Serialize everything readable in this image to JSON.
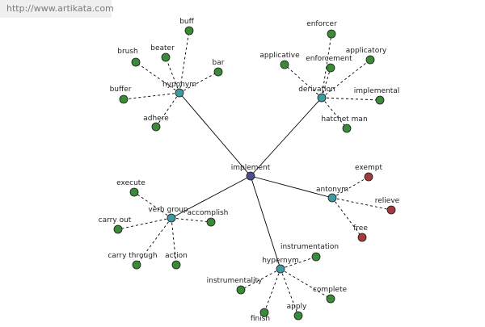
{
  "watermark": "http://www.artikata.com",
  "colors": {
    "center": "#4a4e8c",
    "category": "#3f9aa0",
    "leaf": "#3a8a3a",
    "antonym_leaf": "#a03c3c",
    "edge": "#000000"
  },
  "graph": {
    "center": {
      "id": "implement",
      "label": "implement"
    },
    "categories": [
      {
        "id": "hyponym",
        "label": "hyponym",
        "leaves": [
          "buff",
          "beater",
          "brush",
          "bar",
          "buffer",
          "adhere"
        ]
      },
      {
        "id": "derivation",
        "label": "derivation",
        "leaves": [
          "enforcer",
          "applicative",
          "enforcement",
          "applicatory",
          "implemental",
          "hatchet man"
        ]
      },
      {
        "id": "antonym",
        "label": "antonym",
        "leaves": [
          "exempt",
          "relieve",
          "free"
        ]
      },
      {
        "id": "verb-group",
        "label": "verb group",
        "leaves": [
          "execute",
          "accomplish",
          "carry out",
          "carry through",
          "action"
        ]
      },
      {
        "id": "hypernym",
        "label": "hypernym",
        "leaves": [
          "instrumentation",
          "instrumentality",
          "complete",
          "apply",
          "finish"
        ]
      }
    ]
  }
}
